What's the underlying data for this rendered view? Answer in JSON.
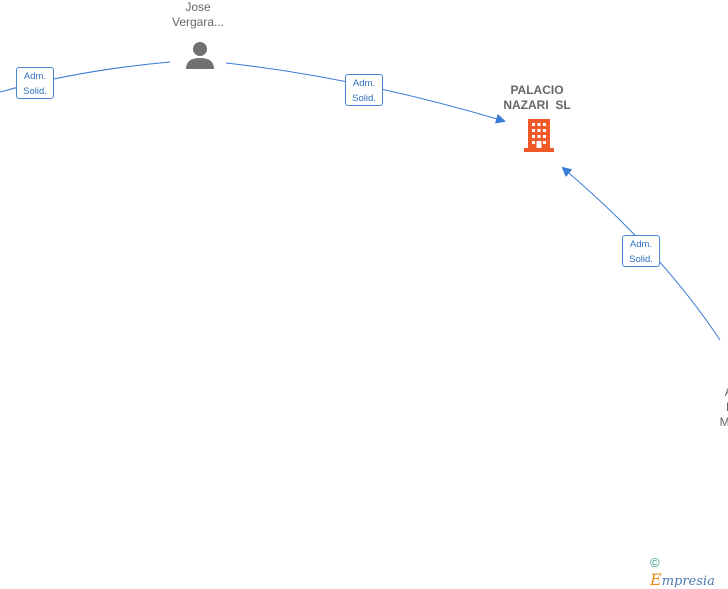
{
  "nodes": {
    "person_jose": {
      "line1": "Jose",
      "line2": "Vergara..."
    },
    "company": {
      "line1": "PALACIO",
      "line2": "NAZARI  SL"
    },
    "person_right": {
      "line1": "",
      "line2": "Al",
      "line3": "B",
      "line4": "Mar"
    }
  },
  "edges": [
    {
      "line1": "Adm.",
      "line2": "Solid."
    },
    {
      "line1": "Adm.",
      "line2": "Solid."
    },
    {
      "line1": "Adm.",
      "line2": "Solid."
    }
  ],
  "footer": {
    "copyright": "©",
    "brand_initial": "E",
    "brand_rest": "mpresia"
  },
  "colors": {
    "edge": "#3a7bd5",
    "company_icon": "#f05a28",
    "person_icon": "#707070"
  }
}
